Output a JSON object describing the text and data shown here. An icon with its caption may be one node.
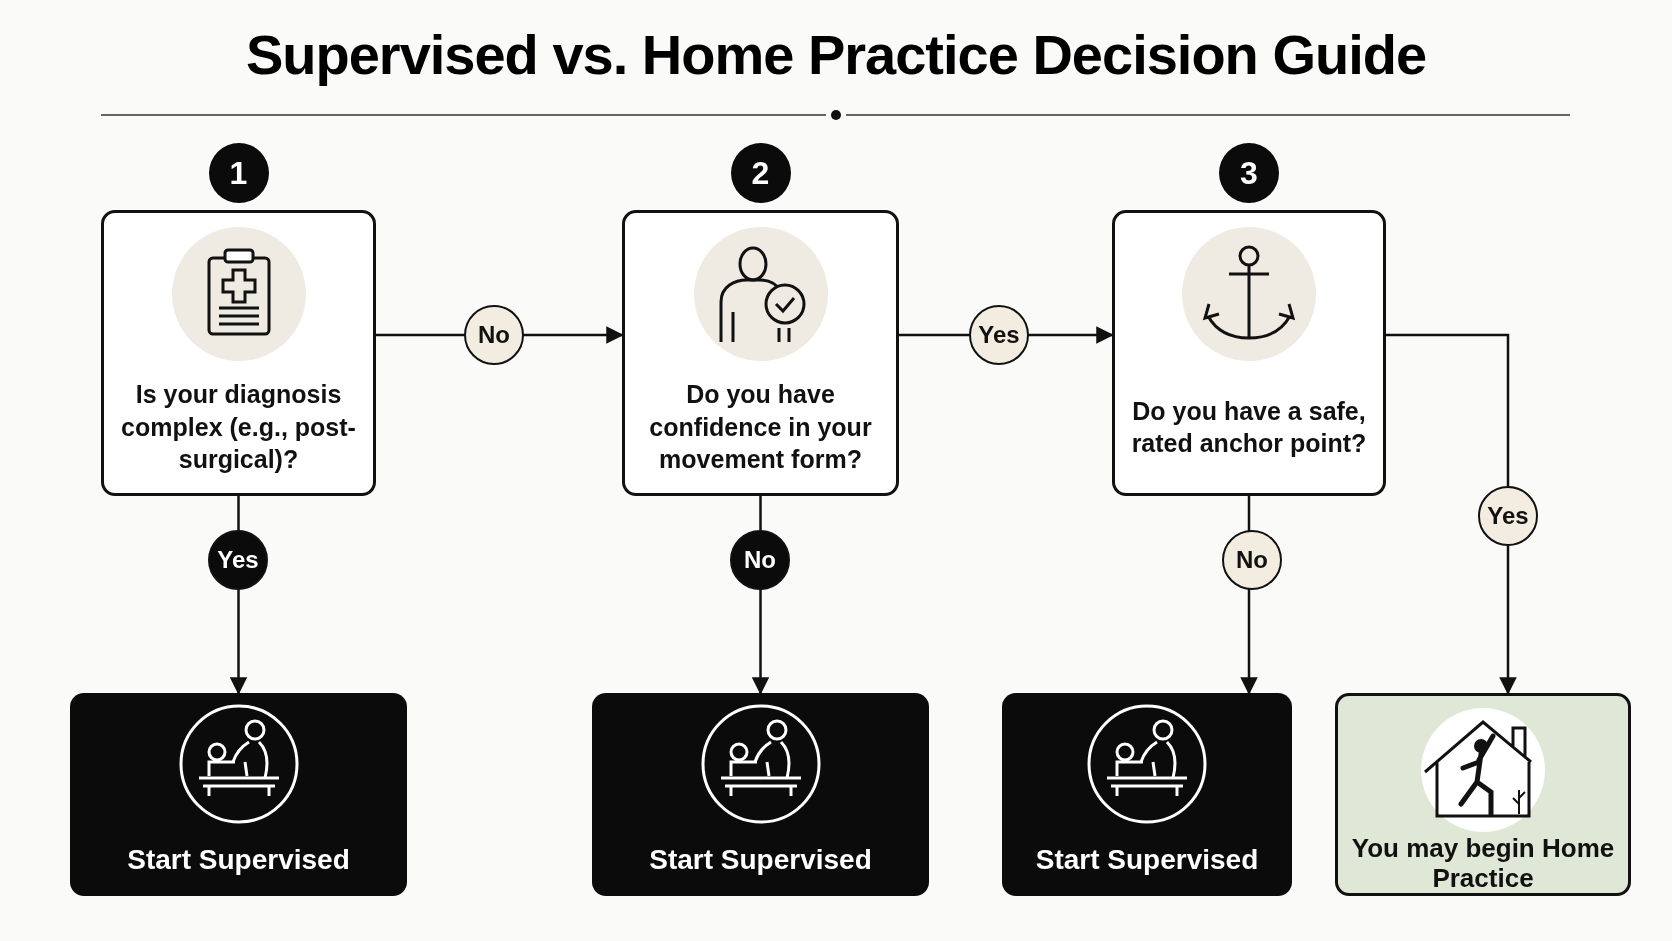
{
  "diagram": {
    "title": "Supervised vs. Home Practice Decision Guide",
    "nodes": [
      {
        "text": [
          "Is your diagnosis complex (e.g., post-surgical)?"
        ],
        "beside": [
          "1"
        ]
      },
      {
        "text": [
          "Do you have confidence in your movement form?"
        ],
        "beside": [
          "2"
        ]
      },
      {
        "text": [
          "Do you have a safe, rated anchor point?"
        ],
        "beside": [
          "3"
        ]
      },
      {
        "text": [
          "Start Supervised"
        ]
      },
      {
        "text": [
          "Start Supervised"
        ]
      },
      {
        "text": [
          "Start Supervised"
        ]
      },
      {
        "text": [
          "You may begin Home Practice"
        ]
      }
    ],
    "edges": [
      {
        "from": 0,
        "to": 1,
        "arrow": "to",
        "label": "No"
      },
      {
        "from": 1,
        "to": 2,
        "arrow": "to",
        "label": "Yes"
      },
      {
        "from": 0,
        "to": 3,
        "arrow": "to",
        "label": "Yes"
      },
      {
        "from": 1,
        "to": 4,
        "arrow": "to",
        "label": "No"
      },
      {
        "from": 2,
        "to": 5,
        "arrow": "to",
        "label": "No"
      },
      {
        "from": 2,
        "to": 6,
        "arrow": "to",
        "label": "Yes"
      }
    ]
  }
}
